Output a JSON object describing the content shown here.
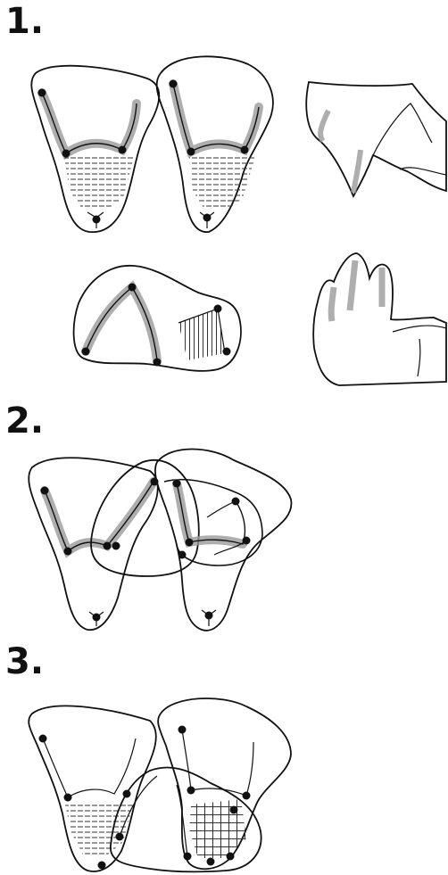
{
  "panels": [
    {
      "label": "1."
    },
    {
      "label": "2."
    },
    {
      "label": "3."
    }
  ],
  "colors": {
    "outline": "#111111",
    "shade": "#9a9a9a",
    "hatch": "#333333"
  }
}
